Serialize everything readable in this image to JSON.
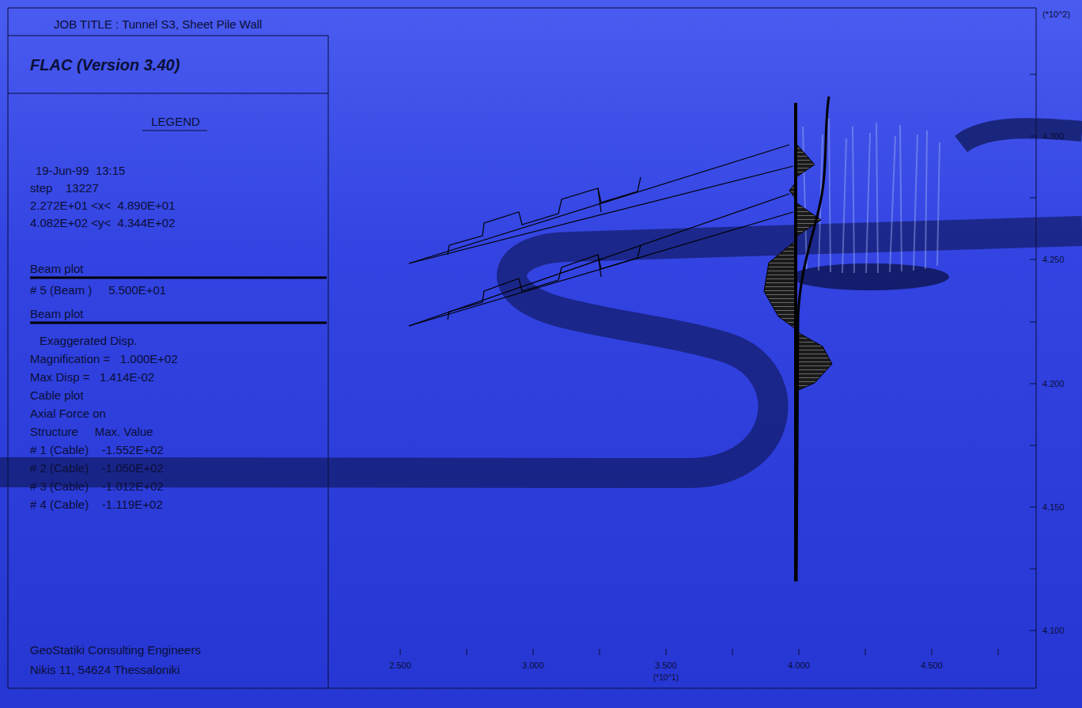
{
  "diagram": {
    "title": "JOB TITLE : Tunnel S3, Sheet Pile Wall",
    "labels": [
      "FLAC (Version 3.40)",
      "LEGEND",
      "19-Jun-99  13:15",
      "step    13227",
      "2.272E+01 <x<  4.890E+01",
      "4.082E+02 <y<  4.344E+02",
      "Beam plot",
      "# 5 (Beam )     5.500E+01",
      "Beam plot",
      "Exaggerated Disp.",
      "Magnification =   1.000E+02",
      "Max Disp =   1.414E-02",
      "Cable plot",
      "Axial Force on",
      "Structure     Max. Value",
      "# 1 (Cable)    -1.552E+02",
      "# 2 (Cable)    -1.050E+02",
      "# 3 (Cable)    -1.012E+02",
      "# 4 (Cable)    -1.119E+02",
      "GeoStatiki Consulting Engineers",
      "Nikis 11, 54624 Thessaloniki",
      "(*10^2)",
      "4.300",
      "4.250",
      "4.200",
      "4.150",
      "4.100",
      "2.500",
      "3.000",
      "3.500",
      "4.000",
      "4.500",
      "(*10^1)"
    ]
  }
}
